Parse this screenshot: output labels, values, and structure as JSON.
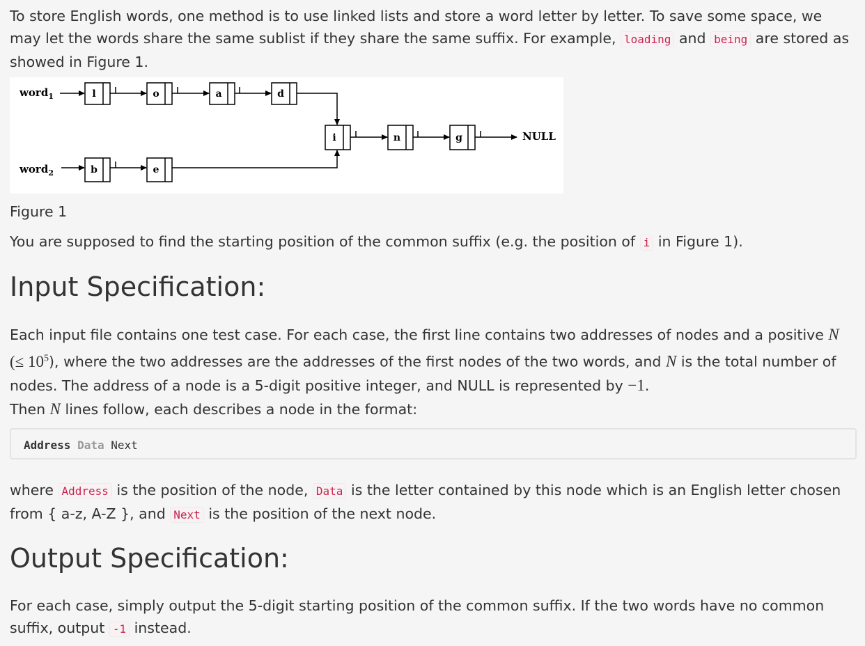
{
  "intro": {
    "text1": "To store English words, one method is to use linked lists and store a word letter by letter. To save some space, we may let the words share the same sublist if they share the same suffix. For example,",
    "code1": "loading",
    "text2": "and",
    "code2": "being",
    "text3": "are stored as showed in Figure 1."
  },
  "figure": {
    "word1_label": "word",
    "word1_sub": "1",
    "word2_label": "word",
    "word2_sub": "2",
    "row1_letters": [
      "l",
      "o",
      "a",
      "d"
    ],
    "row2_letters": [
      "b",
      "e"
    ],
    "shared_letters": [
      "i",
      "n",
      "g"
    ],
    "null_label": "NULL",
    "caption": "Figure 1"
  },
  "task": {
    "text1": "You are supposed to find the starting position of the common suffix (e.g. the position of",
    "code": "i",
    "text2": "in Figure 1)."
  },
  "input_spec": {
    "heading": "Input Specification:",
    "p1_a": "Each input file contains one test case. For each case, the first line contains two addresses of nodes and a positive",
    "var_n": "N",
    "p1_le": "≤",
    "p1_base": "10",
    "p1_exp": "5",
    "p1_b": "), where the two addresses are the addresses of the first nodes of the two words, and",
    "p1_c": "is the total number of nodes. The address of a node is a 5-digit positive integer, and NULL is represented by",
    "neg_one": "−1",
    "p2_a": "Then",
    "p2_b": "lines follow, each describes a node in the format:",
    "format_address": "Address",
    "format_data": "Data",
    "format_next": "Next",
    "p3_a": "where",
    "code_address": "Address",
    "p3_b": "is the position of the node,",
    "code_data": "Data",
    "p3_c": "is the letter contained by this node which is an English letter chosen from { a-z, A-Z }, and",
    "code_next": "Next",
    "p3_d": "is the position of the next node."
  },
  "output_spec": {
    "heading": "Output Specification:",
    "text1": "For each case, simply output the 5-digit starting position of the common suffix. If the two words have no common suffix, output",
    "code": "-1",
    "text2": "instead."
  }
}
